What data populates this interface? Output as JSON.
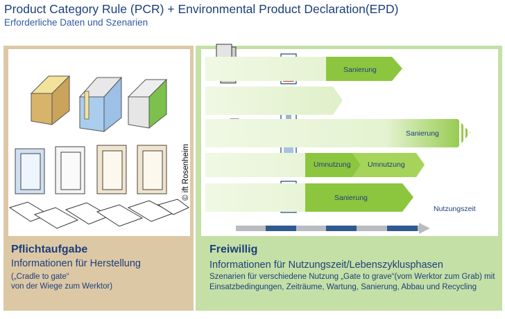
{
  "header": {
    "title": "Product Category Rule (PCR) + Environmental Product Declaration(EPD)",
    "subtitle": "Erforderliche Daten und Szenarien"
  },
  "left_panel": {
    "heading": "Pflichtaufgabe",
    "subheading": "Informationen für Herstellung",
    "line1": "(„Cradle to gate“",
    "line2": "von der Wiege zum Werktor)",
    "copyright": "© ift Rosenheim"
  },
  "right_panel": {
    "heading": "Freiwillig",
    "subheading": "Informationen für Nutzungszeit/Lebenszyklusphasen",
    "description": "Szenarien für verschiedene Nutzung „Gate to grave“(vom Werktor zum Grab) mit Einsatzbedingungen, Zeiträume, Wartung, Sanierung, Abbau und Recycling",
    "arrows": {
      "row1": "Sanierung",
      "row3": "Sanierung",
      "row4a": "Umnutzung",
      "row4b": "Umnutzung",
      "row5": "Sanierung"
    },
    "axis_label": "Nutzungszeit"
  },
  "colors": {
    "title": "#1c3f7a",
    "left_panel": "#ddc8a6",
    "right_panel": "#c5e0a6",
    "arrow_light": "#dff0c8",
    "arrow_dark": "#8cc63f",
    "timeline_dark": "#2f5a8f",
    "timeline_light": "#b8bcc2"
  },
  "icons": [
    "recycling-icon",
    "house-icon",
    "door-icon",
    "elevator-icon",
    "wheelchair-icon",
    "window-icon",
    "building-icon",
    "sign-icon",
    "tools-icon",
    "tree-icon"
  ]
}
